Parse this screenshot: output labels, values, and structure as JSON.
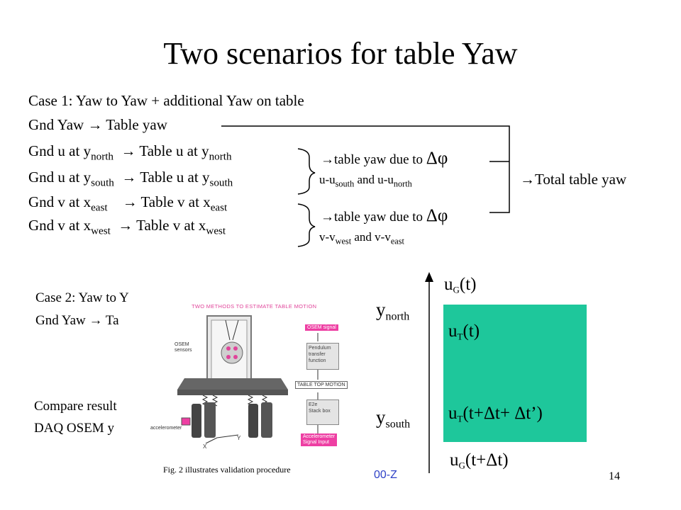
{
  "slide": {
    "title": "Two scenarios for table Yaw",
    "page_number": "14",
    "footer_code": "00-Z"
  },
  "case1": {
    "heading": "Case 1: Yaw to Yaw + additional Yaw on table",
    "lines": [
      {
        "pre": "Gnd Yaw  ",
        "arrow": "→",
        "post": " Table yaw",
        "sub1": "",
        "sub2": ""
      },
      {
        "pre": "Gnd u at y",
        "sub1": "north",
        "arrow": "→",
        "post": " Table u at y",
        "sub2": "north"
      },
      {
        "pre": "Gnd u at y",
        "sub1": "south",
        "arrow": "→",
        "post": " Table u at y",
        "sub2": "south"
      },
      {
        "pre": "Gnd v at x",
        "sub1": "east",
        "arrow": "→",
        "post": " Table v at x",
        "sub2": "east"
      },
      {
        "pre": "Gnd v at x",
        "sub1": "west",
        "arrow": "→",
        "post": " Table v at x",
        "sub2": "west"
      }
    ],
    "brace1": {
      "arrow": "→",
      "text": "table yaw due to ",
      "delta": "Δφ",
      "sub_line_pre": "u-u",
      "sub_line_s1": "south",
      "sub_line_mid": " and u-u",
      "sub_line_s2": "north"
    },
    "brace2": {
      "arrow": "→",
      "text": "table yaw due to ",
      "delta": "Δφ",
      "sub_line_pre": "v-v",
      "sub_line_s1": "west",
      "sub_line_mid": " and v-v",
      "sub_line_s2": "east"
    },
    "total": {
      "arrow": "→",
      "text": "Total table yaw"
    }
  },
  "case2": {
    "heading": "Case 2: Yaw to Y",
    "line2": "Gnd Yaw ",
    "arrow": "→",
    "line2_tail": " Ta",
    "compare1": "Compare result",
    "compare2": "DAQ OSEM y"
  },
  "diagram": {
    "u_g_top": {
      "base": "u",
      "sub": "G",
      "arg": "(t)"
    },
    "y_north": {
      "base": "y",
      "sub": "north"
    },
    "y_south": {
      "base": "y",
      "sub": "south"
    },
    "u_t_top": {
      "base": "u",
      "sub": "T",
      "arg": "(t)"
    },
    "u_t_bottom": {
      "base": "u",
      "sub": "T",
      "arg": "(t+Δt+ Δt’)"
    },
    "u_g_bottom": {
      "base": "u",
      "sub": "G",
      "arg": "(t+Δt)"
    },
    "colors": {
      "table": "#1ec79b"
    }
  },
  "figure": {
    "title": "TWO METHODS TO ESTIMATE TABLE MOTION",
    "osem_label": "OSEM\nsensors",
    "osem_signal": "OSEM signal",
    "pendulum": "Pendulum\ntransfer\nfunction",
    "table_top": "TABLE TOP MOTION",
    "e2e": "E2e\nStack box",
    "accel_input": "Accelerometer\nSignal Input",
    "accelerometer": "accelerometer",
    "axis_x": "X",
    "axis_y": "Y",
    "caption": "Fig. 2 illustrates validation procedure",
    "colors": {
      "pink": "#ee3fa3"
    }
  }
}
